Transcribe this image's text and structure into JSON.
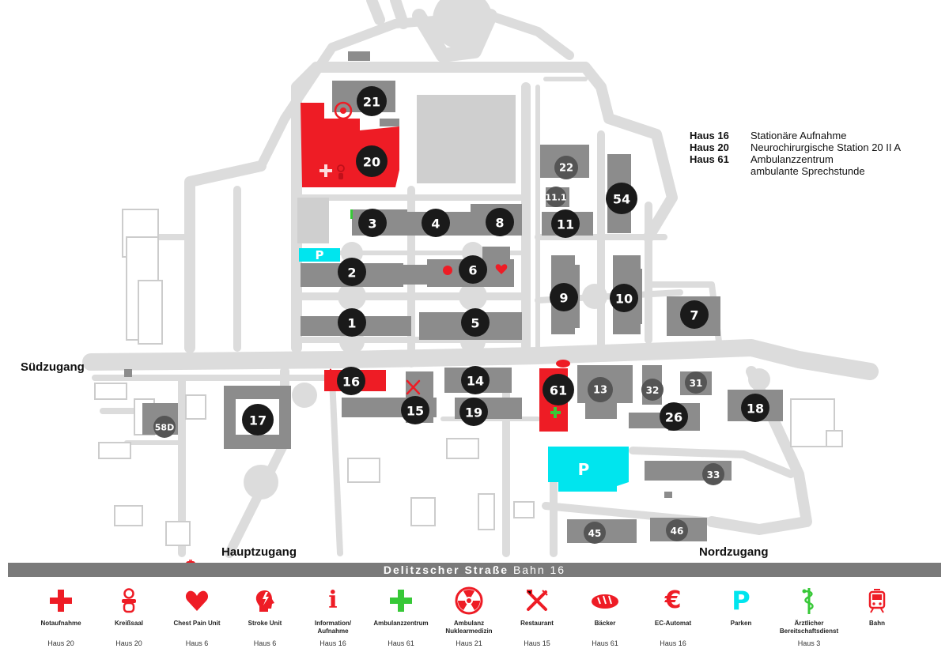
{
  "colors": {
    "building": "#8c8c8c",
    "road": "#dcdcdc",
    "highlight_red": "#ee1c25",
    "parking_cyan": "#00e5ee",
    "circle_dark": "#1a1a1a",
    "circle_grey": "#555555",
    "accent_green": "#37c837",
    "street_bar": "#7a7a7a"
  },
  "buildings": [
    {
      "num": "21",
      "style": "dark"
    },
    {
      "num": "20",
      "style": "dark"
    },
    {
      "num": "22",
      "style": "grey"
    },
    {
      "num": "11.1",
      "style": "grey"
    },
    {
      "num": "54",
      "style": "dark"
    },
    {
      "num": "3",
      "style": "dark"
    },
    {
      "num": "4",
      "style": "dark"
    },
    {
      "num": "8",
      "style": "dark"
    },
    {
      "num": "11",
      "style": "dark"
    },
    {
      "num": "2",
      "style": "dark"
    },
    {
      "num": "6",
      "style": "dark"
    },
    {
      "num": "9",
      "style": "dark"
    },
    {
      "num": "10",
      "style": "dark"
    },
    {
      "num": "7",
      "style": "dark"
    },
    {
      "num": "1",
      "style": "dark"
    },
    {
      "num": "5",
      "style": "dark"
    },
    {
      "num": "16",
      "style": "dark"
    },
    {
      "num": "14",
      "style": "dark"
    },
    {
      "num": "61",
      "style": "dark"
    },
    {
      "num": "13",
      "style": "grey"
    },
    {
      "num": "32",
      "style": "grey"
    },
    {
      "num": "31",
      "style": "grey"
    },
    {
      "num": "15",
      "style": "dark"
    },
    {
      "num": "19",
      "style": "dark"
    },
    {
      "num": "26",
      "style": "dark"
    },
    {
      "num": "18",
      "style": "dark"
    },
    {
      "num": "17",
      "style": "dark"
    },
    {
      "num": "58D",
      "style": "grey"
    },
    {
      "num": "33",
      "style": "grey"
    },
    {
      "num": "45",
      "style": "grey"
    },
    {
      "num": "46",
      "style": "grey"
    }
  ],
  "parking_labels": [
    "P",
    "P"
  ],
  "entrances": {
    "south": "Südzugang",
    "main": "Hauptzugang",
    "north": "Nordzugang"
  },
  "haus_info": [
    {
      "haus": "Haus 16",
      "lines": [
        "Stationäre Aufnahme"
      ]
    },
    {
      "haus": "Haus 20",
      "lines": [
        "Neurochirurgische Station 20 II A"
      ]
    },
    {
      "haus": "Haus 61",
      "lines": [
        "Ambulanzzentrum",
        "ambulante Sprechstunde"
      ]
    }
  ],
  "street": {
    "name": "Delitzscher Straße",
    "tram": "Bahn 16"
  },
  "legend": [
    {
      "icon": "red-cross-icon",
      "label": "Notaufnahme",
      "haus": "Haus 20"
    },
    {
      "icon": "pacifier-icon",
      "label": "Kreißsaal",
      "haus": "Haus 20"
    },
    {
      "icon": "heart-icon",
      "label": "Chest Pain Unit",
      "haus": "Haus 6"
    },
    {
      "icon": "head-lightning-icon",
      "label": "Stroke Unit",
      "haus": "Haus 6"
    },
    {
      "icon": "info-icon",
      "label": "Information/ Aufnahme",
      "haus": "Haus 16"
    },
    {
      "icon": "green-cross-icon",
      "label": "Ambulanzzentrum",
      "haus": "Haus 61"
    },
    {
      "icon": "radiation-icon",
      "label": "Ambulanz Nuklearmedizin",
      "haus": "Haus 21"
    },
    {
      "icon": "fork-knife-icon",
      "label": "Restaurant",
      "haus": "Haus 15"
    },
    {
      "icon": "bread-icon",
      "label": "Bäcker",
      "haus": "Haus 61"
    },
    {
      "icon": "euro-icon",
      "label": "EC-Automat",
      "haus": "Haus 16"
    },
    {
      "icon": "parking-icon",
      "label": "Parken",
      "haus": ""
    },
    {
      "icon": "caduceus-icon",
      "label": "Ärztlicher Bereitschaftsdienst",
      "haus": "Haus 3"
    },
    {
      "icon": "tram-icon",
      "label": "Bahn",
      "haus": ""
    }
  ],
  "legend_glyphs": {
    "info": "i",
    "euro": "€",
    "parking": "P"
  }
}
